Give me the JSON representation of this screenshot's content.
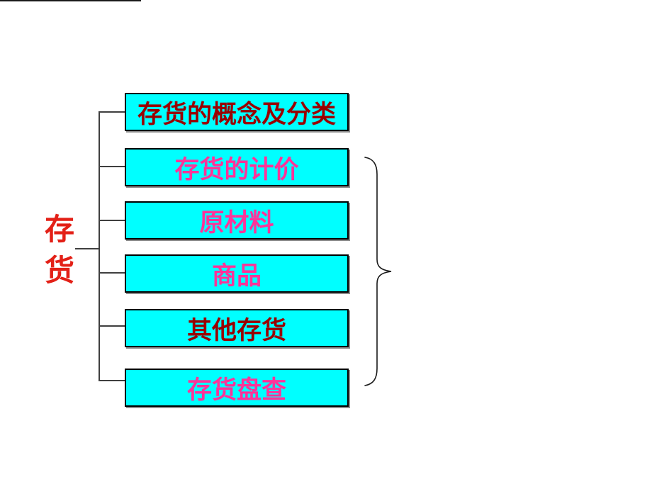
{
  "diagram": {
    "root_label": {
      "text": "存货",
      "chars": [
        "存",
        "货"
      ],
      "color": "#e32017"
    },
    "boxes": [
      {
        "label": "存货的概念及分类",
        "text_color": "#990000"
      },
      {
        "label": "存货的计价",
        "text_color": "#ff3399"
      },
      {
        "label": "原材料",
        "text_color": "#ff3399"
      },
      {
        "label": "商品",
        "text_color": "#ff3399"
      },
      {
        "label": "其他存货",
        "text_color": "#990000"
      },
      {
        "label": "存货盘查",
        "text_color": "#ff3399"
      }
    ],
    "colors": {
      "box_fill": "#00ffff",
      "box_border": "#000000",
      "dark_red_text": "#990000",
      "pink_text": "#ff3399",
      "root_red": "#e32017",
      "connector_line": "#3f3f3f",
      "background": "#ffffff"
    }
  }
}
